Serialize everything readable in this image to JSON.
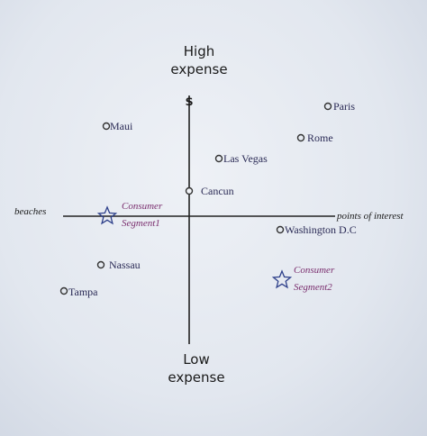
{
  "axes": {
    "top_label_line1": "High",
    "top_label_line2": "expense",
    "bottom_label_line1": "Low",
    "bottom_label_line2": "expense",
    "left_label": "beaches",
    "right_label": "points of interest",
    "top_symbol": "$"
  },
  "destinations": [
    {
      "id": "paris",
      "label": "Paris"
    },
    {
      "id": "maui",
      "label": "Maui"
    },
    {
      "id": "rome",
      "label": "Rome"
    },
    {
      "id": "las-vegas",
      "label": "Las Vegas"
    },
    {
      "id": "cancun",
      "label": "Cancun"
    },
    {
      "id": "washington",
      "label": "Washington D.C"
    },
    {
      "id": "nassau",
      "label": "Nassau"
    },
    {
      "id": "tampa",
      "label": "Tampa"
    }
  ],
  "segments": [
    {
      "id": "segment-1",
      "line1": "Consumer",
      "line2": "Segment1"
    },
    {
      "id": "segment-2",
      "line1": "Consumer",
      "line2": "Segment2"
    }
  ],
  "colors": {
    "axis": "#222222",
    "marker": "#333333",
    "destination_text": "#2a2a55",
    "segment_text": "#7a2e6e",
    "star": "#2d3f8a"
  }
}
